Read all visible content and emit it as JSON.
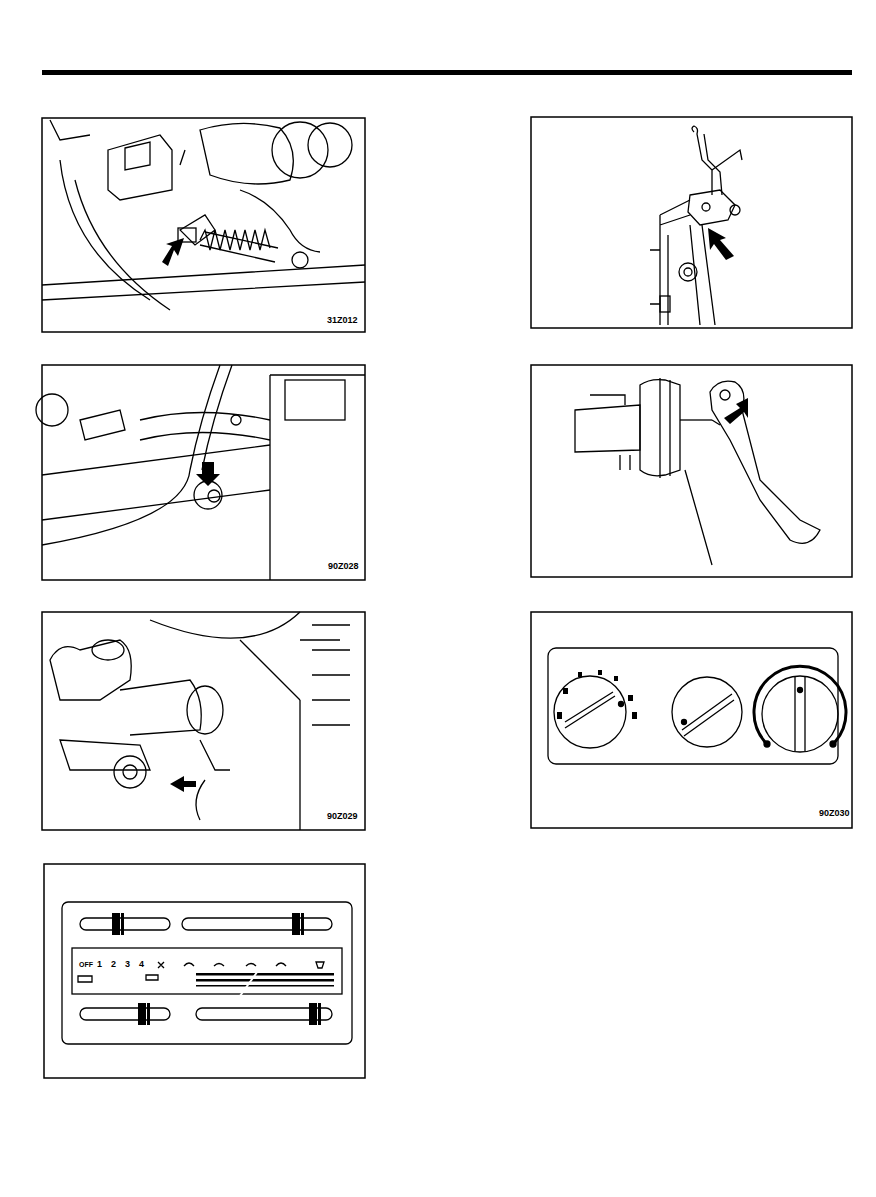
{
  "diagram": {
    "labels": [
      "31Z012",
      "90Z028",
      "90Z029",
      "90Z030",
      "OFF",
      "1",
      "2",
      "3",
      "4"
    ]
  }
}
